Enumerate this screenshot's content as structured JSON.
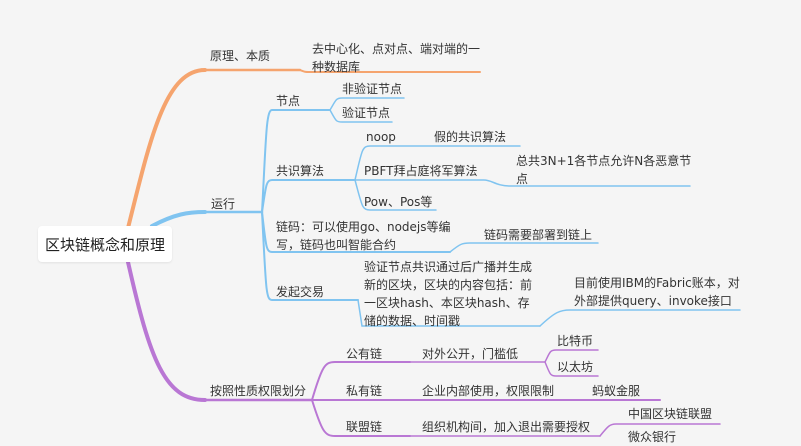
{
  "root": "区块链概念和原理",
  "colors": {
    "orange": "#f5a46e",
    "blue": "#80c4f0",
    "purple": "#b977d4",
    "background": "#f5f5f5"
  },
  "nodes": {
    "principle": "原理、本质",
    "principle_desc": "去中心化、点对点、端对端的一种数据库",
    "operation": "运行",
    "node": "节点",
    "non_verify_node": "非验证节点",
    "verify_node": "验证节点",
    "consensus": "共识算法",
    "noop": "noop",
    "fake_consensus": "假的共识算法",
    "pbft": "PBFT拜占庭将军算法",
    "pbft_desc": "总共3N+1各节点允许N各恶意节点",
    "pow_pos": "Pow、Pos等",
    "chaincode": "链码：可以使用go、nodejs等编写，链码也叫智能合约",
    "chaincode_deploy": "链码需要部署到链上",
    "initiate_tx": "发起交易",
    "tx_desc": "验证节点共识通过后广播并生成新的区块，区块的内容包括：前一区块hash、本区块hash、存储的数据、时间戳",
    "fabric_desc": "目前使用IBM的Fabric账本，对外部提供query、invoke接口",
    "permission": "按照性质权限划分",
    "public_chain": "公有链",
    "public_desc": "对外公开，门槛低",
    "bitcoin": "比特币",
    "ethereum": "以太坊",
    "private_chain": "私有链",
    "private_desc": "企业内部使用，权限限制",
    "ant": "蚂蚁金服",
    "consortium_chain": "联盟链",
    "consortium_desc": "组织机构间，加入退出需要授权",
    "china_alliance": "中国区块链联盟",
    "webank": "微众银行"
  }
}
